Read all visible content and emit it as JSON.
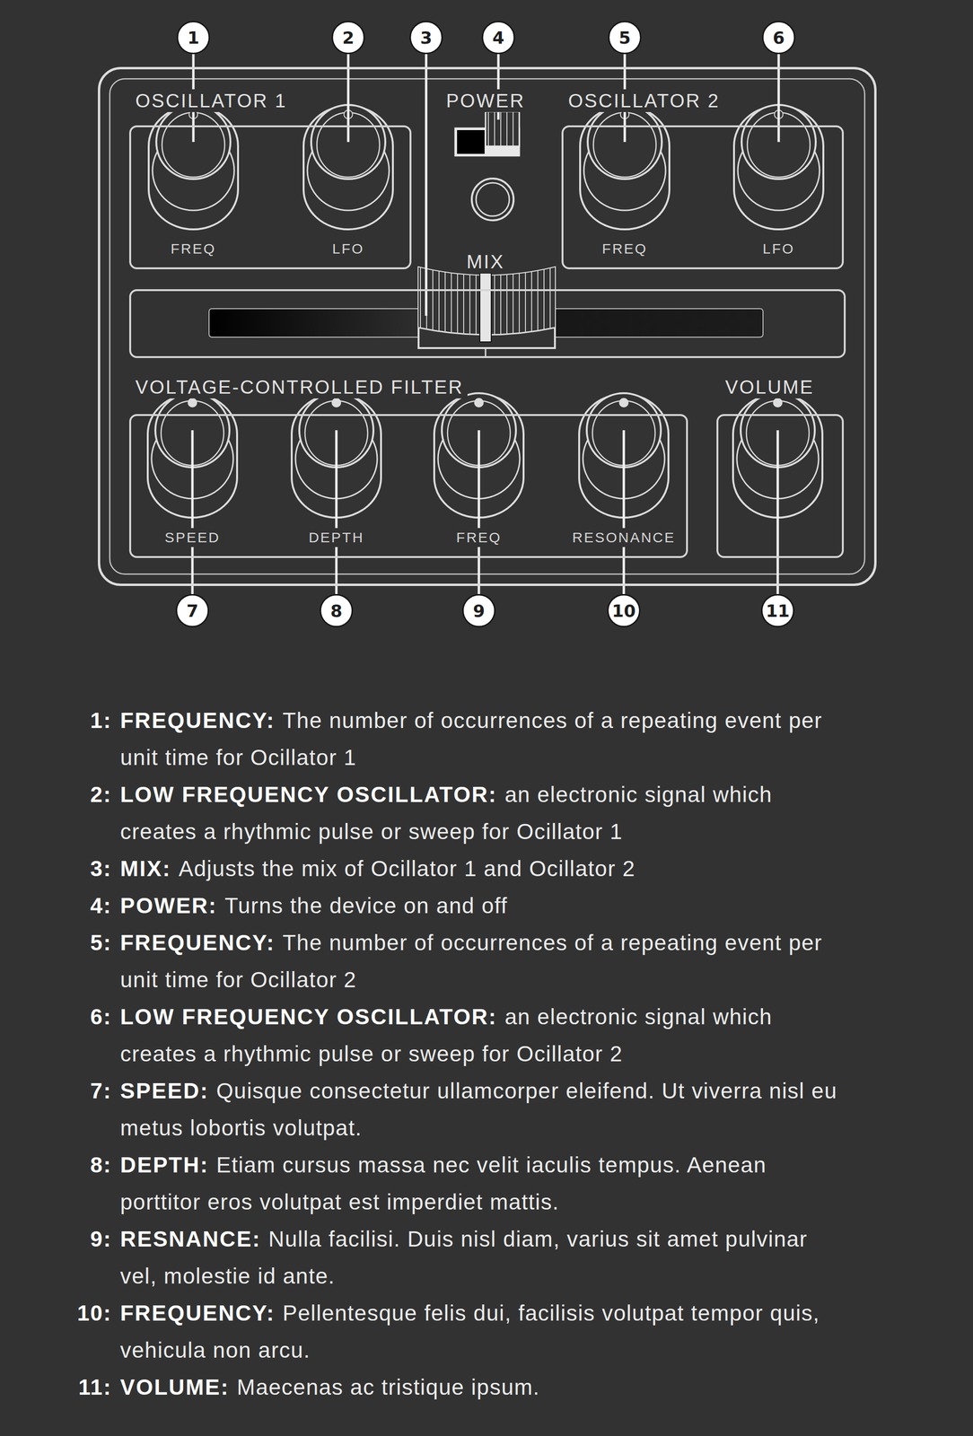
{
  "diagram": {
    "nodes": [
      {
        "text": [
          "1"
        ]
      },
      {
        "text": [
          "2"
        ]
      },
      {
        "text": [
          "3"
        ]
      },
      {
        "text": [
          "4"
        ]
      },
      {
        "text": [
          "5"
        ]
      },
      {
        "text": [
          "6"
        ]
      },
      {
        "text": [
          "POWER"
        ]
      },
      {
        "text": [
          "OSCILLATOR 1",
          "FREQ",
          "LFO"
        ],
        "in": 6
      },
      {
        "text": [
          "OSCILLATOR 2",
          "FREQ",
          "LFO"
        ],
        "in": 6
      },
      {
        "text": [
          "MIX"
        ],
        "in": 6
      },
      {
        "text": [
          "VOLTAGE-CONTROLLED FILTER",
          "SPEED",
          "DEPTH",
          "FREQ",
          "RESONANCE"
        ],
        "in": 6
      },
      {
        "text": [
          "VOLUME"
        ],
        "in": 6
      },
      {
        "text": [
          "7"
        ]
      },
      {
        "text": [
          "8"
        ]
      },
      {
        "text": [
          "9"
        ]
      },
      {
        "text": [
          "10"
        ]
      },
      {
        "text": [
          "11"
        ]
      }
    ],
    "labels": [
      "1:",
      "FREQUENCY:",
      "The number of occurrences of a repeating event per unit time for Ocillator 1",
      "2:",
      "LOW FREQUENCY OSCILLATOR:",
      "an electronic signal which creates a rhythmic pulse or sweep for Ocillator 1",
      "3:",
      "MIX:",
      "Adjusts the mix of Ocillator 1 and Ocillator 2",
      "4:",
      "POWER:",
      "Turns the device on and off",
      "5:",
      "FREQUENCY:",
      "The number of occurrences of a repeating event per unit time for Ocillator 2",
      "6:",
      "LOW FREQUENCY OSCILLATOR:",
      "an electronic signal which creates a rhythmic pulse or sweep for Ocillator 2",
      "7:",
      "SPEED:",
      "Quisque consectetur ullamcorper eleifend. Ut viverra nisl eu metus lobortis volutpat.",
      "8:",
      "DEPTH:",
      "Etiam cursus massa nec velit iaculis tempus. Aenean porttitor eros volutpat est imperdiet mattis.",
      "9:",
      "RESNANCE:",
      "Nulla facilisi. Duis nisl diam, varius sit amet pulvinar vel, molestie id ante.",
      "10:",
      "FREQUENCY:",
      "Pellentesque felis dui, facilisis volutpat tempor quis, vehicula non arcu.",
      "11:",
      "VOLUME:",
      "Maecenas ac tristique ipsum."
    ]
  }
}
